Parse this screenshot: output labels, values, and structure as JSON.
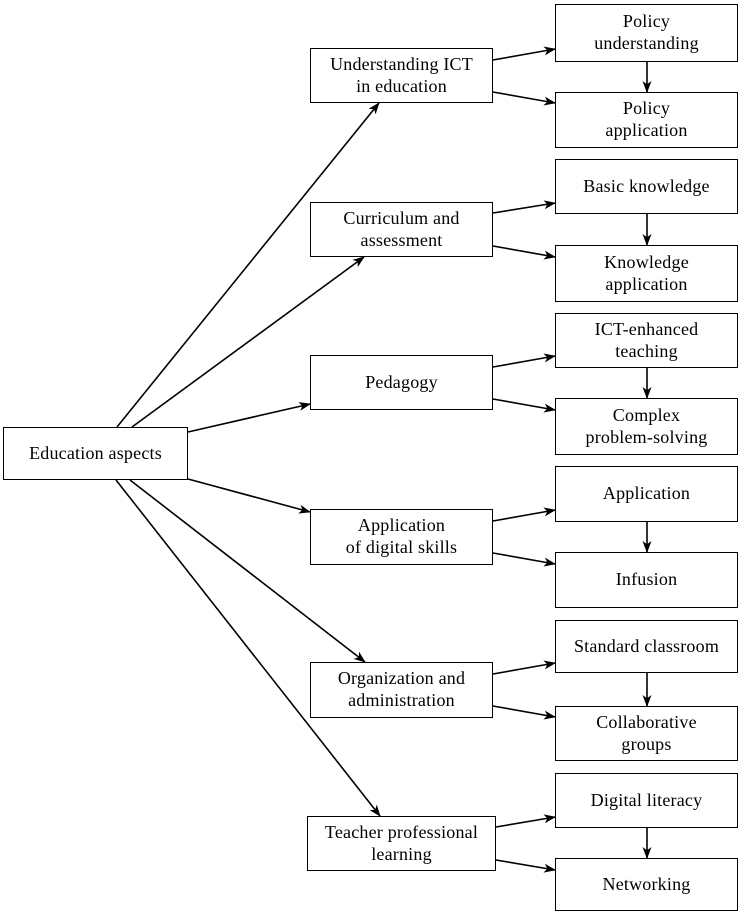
{
  "diagram": {
    "background_color": "#ffffff",
    "box_border_color": "#000000",
    "box_fill_color": "#ffffff",
    "arrow_color": "#000000",
    "text_color": "#000000",
    "root": {
      "label": "Education aspects",
      "lines": [
        "Education aspects"
      ]
    },
    "branches": [
      {
        "label": "Understanding ICT in education",
        "lines": [
          "Understanding ICT",
          "in education"
        ],
        "children": [
          {
            "label": "Policy understanding",
            "lines": [
              "Policy",
              "understanding"
            ]
          },
          {
            "label": "Policy application",
            "lines": [
              "Policy",
              "application"
            ]
          }
        ]
      },
      {
        "label": "Curriculum and assessment",
        "lines": [
          "Curriculum and",
          "assessment"
        ],
        "children": [
          {
            "label": "Basic knowledge",
            "lines": [
              "Basic knowledge"
            ]
          },
          {
            "label": "Knowledge application",
            "lines": [
              "Knowledge",
              "application"
            ]
          }
        ]
      },
      {
        "label": "Pedagogy",
        "lines": [
          "Pedagogy"
        ],
        "children": [
          {
            "label": "ICT-enhanced teaching",
            "lines": [
              "ICT-enhanced",
              "teaching"
            ]
          },
          {
            "label": "Complex problem-solving",
            "lines": [
              "Complex",
              "problem-solving"
            ]
          }
        ]
      },
      {
        "label": "Application of digital skills",
        "lines": [
          "Application",
          "of digital skills"
        ],
        "children": [
          {
            "label": "Application",
            "lines": [
              "Application"
            ]
          },
          {
            "label": "Infusion",
            "lines": [
              "Infusion"
            ]
          }
        ]
      },
      {
        "label": "Organization and administration",
        "lines": [
          "Organization and",
          "administration"
        ],
        "children": [
          {
            "label": "Standard classroom",
            "lines": [
              "Standard classroom"
            ]
          },
          {
            "label": "Collaborative groups",
            "lines": [
              "Collaborative",
              "groups"
            ]
          }
        ]
      },
      {
        "label": "Teacher professional learning",
        "lines": [
          "Teacher professional",
          "learning"
        ],
        "children": [
          {
            "label": "Digital literacy",
            "lines": [
              "Digital literacy"
            ]
          },
          {
            "label": "Networking",
            "lines": [
              "Networking"
            ]
          }
        ]
      }
    ]
  }
}
